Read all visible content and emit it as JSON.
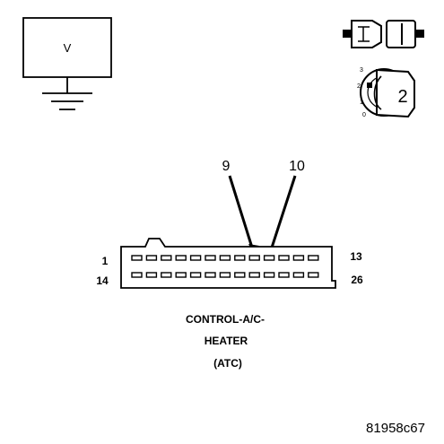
{
  "meter": {
    "symbol": "V"
  },
  "key_switch": {
    "positions": [
      "3",
      "2",
      "1",
      "0"
    ],
    "selected": "2"
  },
  "probe_pins": [
    "9",
    "10"
  ],
  "connector": {
    "pin_start_top": "1",
    "pin_end_top": "13",
    "pin_start_bottom": "14",
    "pin_end_bottom": "26",
    "rows": 2,
    "pins_per_row": 13,
    "name_lines": [
      "CONTROL-A/C-",
      "HEATER",
      "(ATC)"
    ]
  },
  "figure_id": "81958c67"
}
